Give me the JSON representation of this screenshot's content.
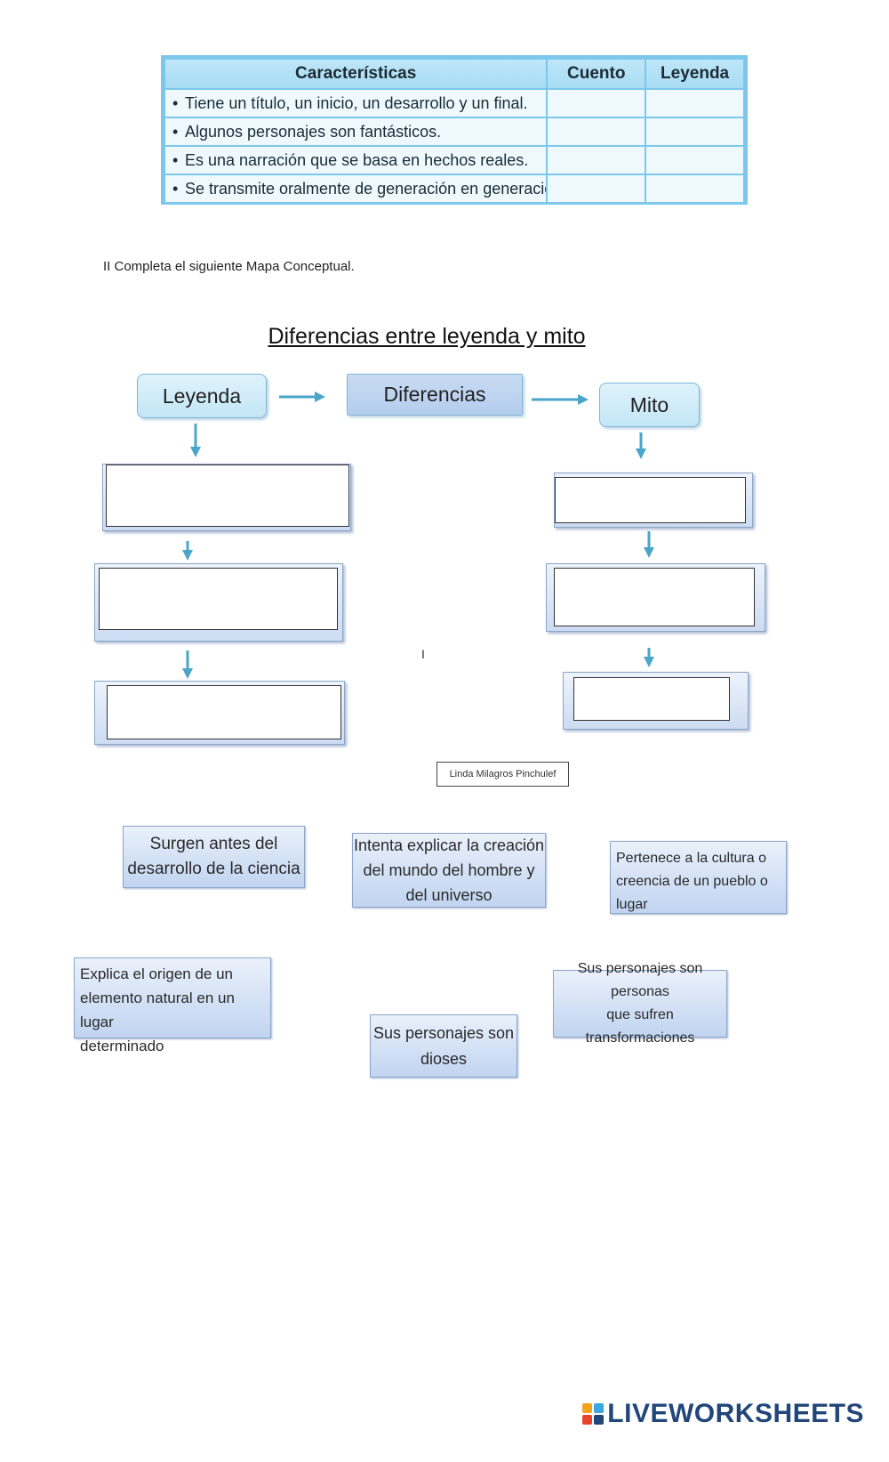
{
  "table": {
    "headers": [
      "Características",
      "Cuento",
      "Leyenda"
    ],
    "rows": [
      "Tiene un título, un inicio, un desarrollo y un final.",
      "Algunos personajes son fantásticos.",
      "Es una narración que se basa en hechos reales.",
      "Se transmite oralmente de generación en generación."
    ],
    "bullet": "•"
  },
  "instruction": "II Completa el siguiente Mapa Conceptual.",
  "concept_map": {
    "title": "Diferencias entre leyenda y mito",
    "nodes": {
      "left": "Leyenda",
      "center": "Diferencias",
      "right": "Mito"
    },
    "stray_mark": "I"
  },
  "credit": "Linda Milagros Pinchulef",
  "options": [
    "Surgen antes del\ndesarrollo de la ciencia",
    "Intenta explicar la creación\ndel mundo del hombre y\ndel universo",
    "Pertenece a la cultura o\ncreencia de un pueblo o lugar",
    "Explica el origen de un\nelemento natural en un lugar\ndeterminado",
    "Sus personajes son\ndioses",
    "Sus personajes son personas\nque sufren transformaciones"
  ],
  "brand": "LIVEWORKSHEETS",
  "colors": {
    "table_border": "#7cc8ec",
    "arrow": "#4aa6c9",
    "brand": "#22467a"
  }
}
